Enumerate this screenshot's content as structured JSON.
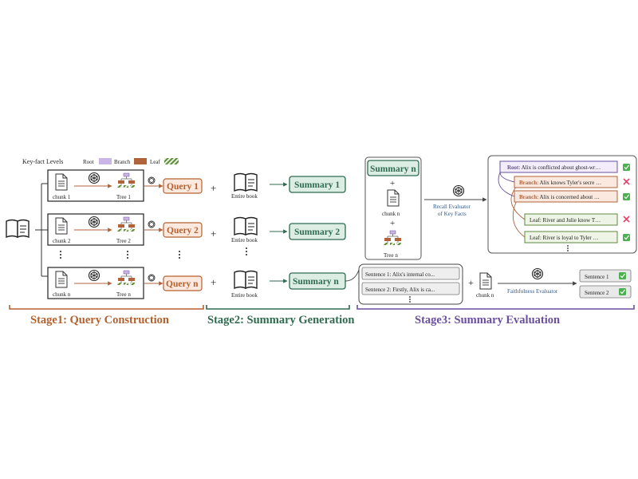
{
  "legend": {
    "title": "Key-fact Levels",
    "root": "Root",
    "branch": "Branch",
    "leaf": "Leaf"
  },
  "stage1": {
    "chunk1": "chunk 1",
    "tree1": "Tree 1",
    "query1": "Query 1",
    "chunk2": "chunk 2",
    "tree2": "Tree 2",
    "query2": "Query 2",
    "chunkn": "chunk n",
    "treen": "Tree n",
    "queryn": "Query n",
    "label": "Stage1: Query Construction"
  },
  "stage2": {
    "entire_book": "Entire book",
    "summary1": "Summary 1",
    "summary2": "Summary 2",
    "summaryn": "Summary n",
    "label": "Stage2: Summary Generation"
  },
  "stage3": {
    "summaryn": "Summary n",
    "chunkn": "chunk n",
    "treen": "Tree n",
    "recall_evaluator_line1": "Recall Evaluator",
    "recall_evaluator_line2": "of  Key Facts",
    "facts": [
      {
        "level": "Root",
        "text": "Alix is conflicted about ghost-wr…",
        "result": "check"
      },
      {
        "level": "Branch",
        "text": "Alix knows Tyler's secre …",
        "result": "cross"
      },
      {
        "level": "Branch",
        "text": "Alix is concerned about …",
        "result": "check"
      },
      {
        "level": "Leaf",
        "text": "River and Julie know T…",
        "result": "cross"
      },
      {
        "level": "Leaf",
        "text": "River is loyal to Tyler …",
        "result": "check"
      }
    ],
    "sentence1_excerpt": "Sentence 1: Alix's internal co...",
    "sentence2_excerpt": "Sentence 2: Firstly, Alix is ca...",
    "faithfulness_evaluator": "Faithfulness Evaluator",
    "sentence1_result": "Sentence 1",
    "sentence2_result": "Sentence 2",
    "label": "Stage3: Summary Evaluation"
  },
  "colors": {
    "root": "#c9b5e6",
    "branch": "#b0623a",
    "leaf": "#5d8a3c",
    "query": "#b5612e",
    "summary": "#2f6b4f",
    "summary_fill": "#dceee4",
    "stage3": "#6a4fa0",
    "cross": "#e0476b",
    "check": "#4caf50"
  }
}
